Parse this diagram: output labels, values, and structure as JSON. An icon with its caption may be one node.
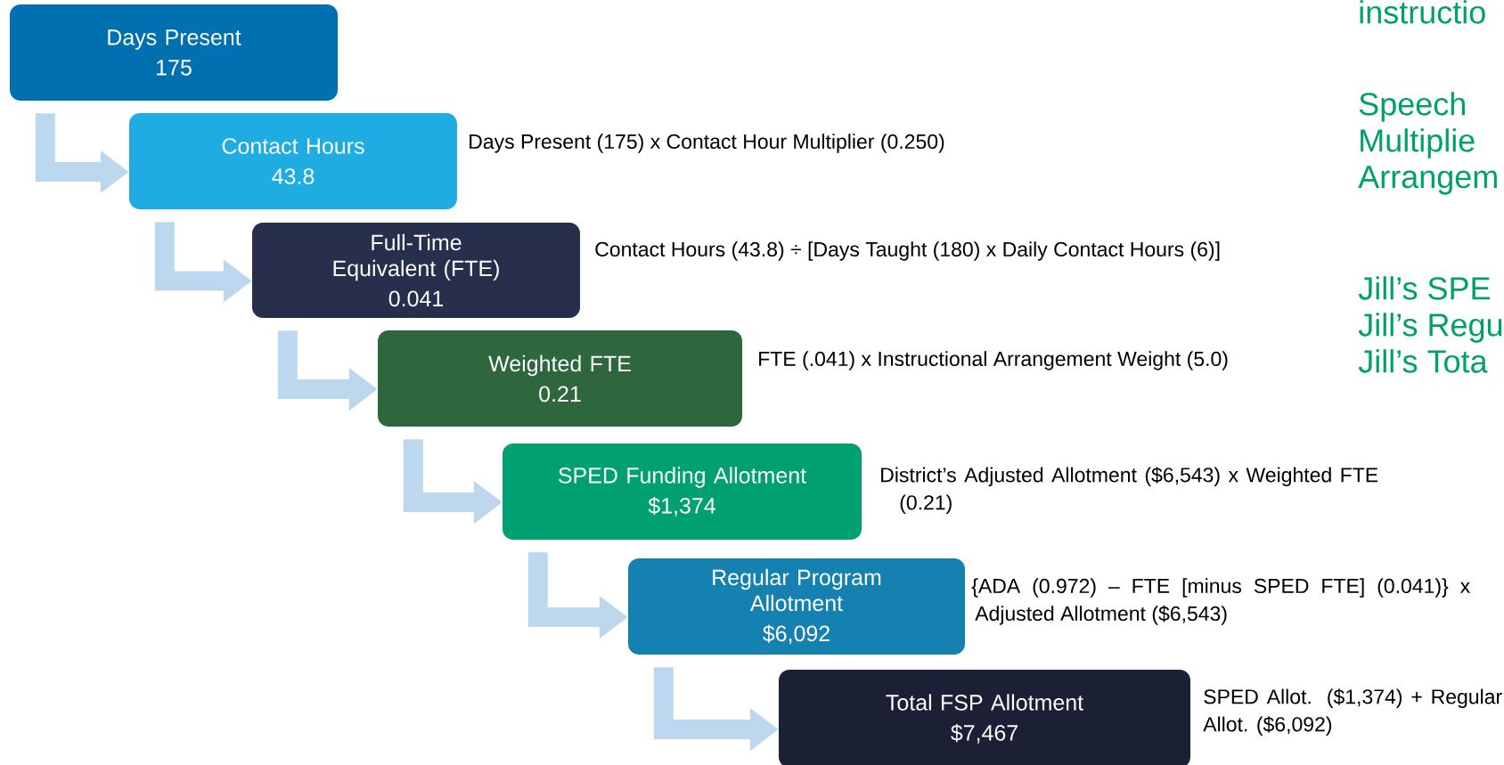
{
  "diagram": {
    "nodes": [
      {
        "text": [
          "Days Present",
          "175"
        ]
      },
      {
        "text": [
          "Contact Hours",
          "43.8"
        ],
        "beside": [
          "Days Present (175) x Contact Hour Multiplier (0.250)"
        ]
      },
      {
        "text": [
          "Full-Time Equivalent (FTE)",
          "0.041"
        ],
        "beside": [
          "Contact Hours (43.8) ÷ [Days Taught (180) x Daily Contact Hours (6)]"
        ]
      },
      {
        "text": [
          "Weighted FTE",
          "0.21"
        ],
        "beside": [
          "FTE (.041) x Instructional Arrangement Weight (5.0)"
        ]
      },
      {
        "text": [
          "SPED Funding Allotment",
          "$1,374"
        ],
        "beside": [
          "District’s Adjusted Allotment ($6,543) x Weighted FTE (0.21)"
        ]
      },
      {
        "text": [
          "Regular Program Allotment",
          "$6,092"
        ],
        "beside": [
          "{ADA (0.972) – FTE [minus SPED FTE] (0.041)} x Adjusted Allotment ($6,543)"
        ]
      },
      {
        "text": [
          "Total FSP Allotment",
          "$7,467"
        ],
        "beside": [
          "SPED Allot. ($1,374) + Regular Allot. ($6,092)"
        ]
      }
    ],
    "edges": [
      {
        "from": 0,
        "to": 1,
        "arrow": "to"
      },
      {
        "from": 1,
        "to": 2,
        "arrow": "to"
      },
      {
        "from": 2,
        "to": 3,
        "arrow": "to"
      },
      {
        "from": 3,
        "to": 4,
        "arrow": "to"
      },
      {
        "from": 4,
        "to": 5,
        "arrow": "to"
      },
      {
        "from": 5,
        "to": 6,
        "arrow": "to"
      }
    ],
    "labels": [
      "instructio",
      "Speech",
      "Multiplie",
      "Arrangem",
      "Jill’s SPE",
      "Jill’s Regu",
      "Jill’s Tota"
    ]
  }
}
